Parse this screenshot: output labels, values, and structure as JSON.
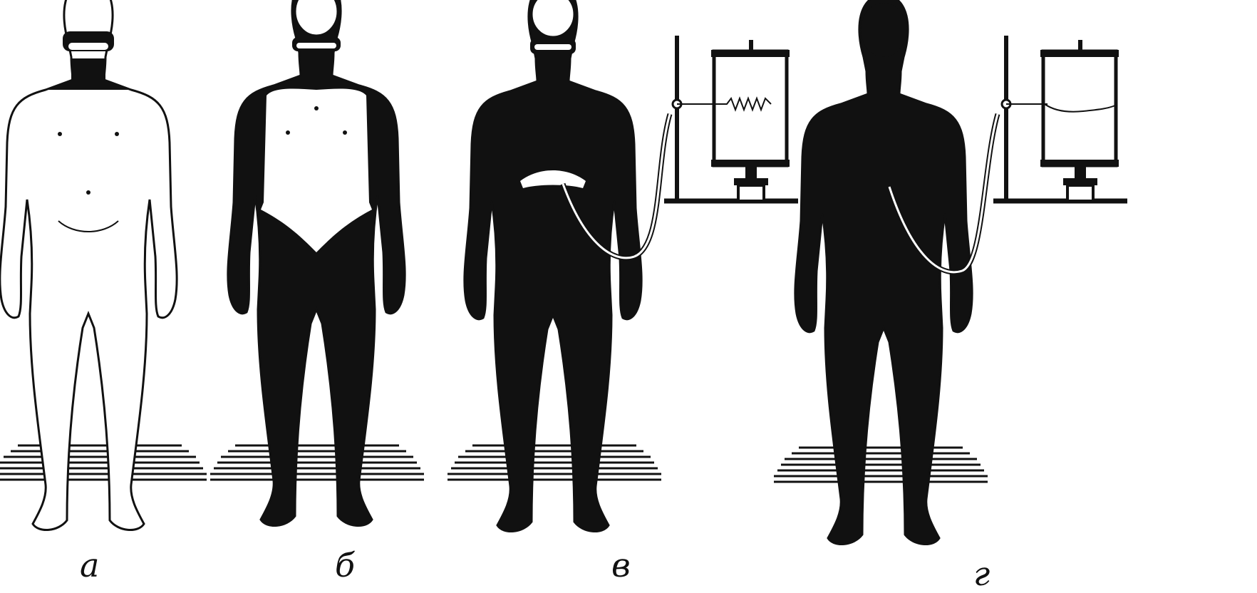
{
  "figure": {
    "panels": [
      {
        "id": "a",
        "caption": "а"
      },
      {
        "id": "b",
        "caption": "б"
      },
      {
        "id": "c",
        "caption": "в"
      },
      {
        "id": "d",
        "caption": "г"
      }
    ]
  },
  "colors": {
    "ink": "#111111",
    "paper": "#ffffff"
  }
}
